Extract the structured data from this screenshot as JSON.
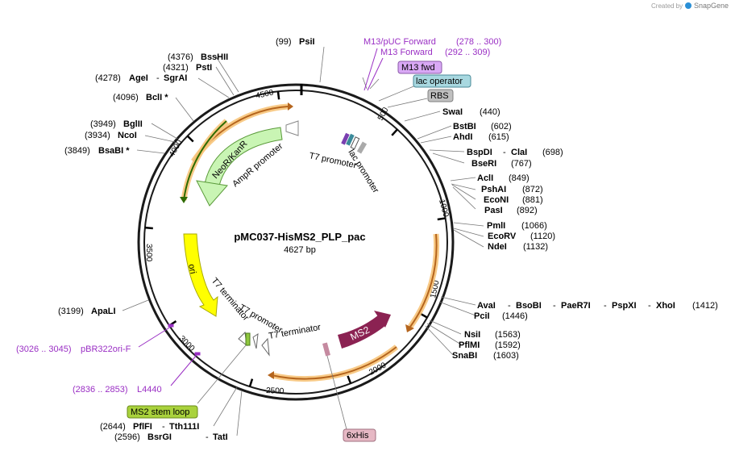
{
  "credit": {
    "created_by": "Created by",
    "brand": "SnapGene"
  },
  "plasmid": {
    "name": "pMC037-HisMS2_PLP_pac",
    "length": "4627 bp"
  },
  "colors": {
    "backbone": "#1a1a1a",
    "primer": "#9a2fc4",
    "orange_glow": "#f7c47a",
    "neo": "#c9f5b4",
    "ms2": "#8b2252",
    "ori": "#ffff00",
    "lac_op": "#a8d8e0",
    "m13": "#d9a8f5",
    "rbs": "#c0c0c0",
    "his": "#e6b8c4",
    "stemloop": "#a9d23c"
  },
  "ticks": [
    "500",
    "1000",
    "1500",
    "2000",
    "2500",
    "3000",
    "3500",
    "4000",
    "4500"
  ],
  "sites": {
    "psiI": {
      "num": "(99)",
      "name": "PsiI"
    },
    "bsshII": {
      "num": "(4376)",
      "name": "BssHII"
    },
    "pstI": {
      "num": "(4321)",
      "name": "PstI"
    },
    "ageI": {
      "num": "(4278)",
      "name": "AgeI",
      "extra": "SgrAI"
    },
    "bclI": {
      "num": "(4096)",
      "name": "BclI *"
    },
    "bglII": {
      "num": "(3949)",
      "name": "BglII"
    },
    "ncoI": {
      "num": "(3934)",
      "name": "NcoI"
    },
    "bsabI": {
      "num": "(3849)",
      "name": "BsaBI *"
    },
    "apaLI": {
      "num": "(3199)",
      "name": "ApaLI"
    },
    "pflFI": {
      "num": "(2644)",
      "name": "PflFI",
      "extra": "Tth111I"
    },
    "bsrGI": {
      "num": "(2596)",
      "name": "BsrGI",
      "extra": "TatI"
    },
    "swaI": {
      "name": "SwaI",
      "num": "(440)"
    },
    "bstBI": {
      "name": "BstBI",
      "num": "(602)"
    },
    "ahdI": {
      "name": "AhdI",
      "num": "(615)"
    },
    "bspDI": {
      "name": "BspDI",
      "extra": "ClaI",
      "num": "(698)"
    },
    "bseRI": {
      "name": "BseRI",
      "num": "(767)"
    },
    "aclI": {
      "name": "AclI",
      "num": "(849)"
    },
    "pshAI": {
      "name": "PshAI",
      "num": "(872)"
    },
    "ecoNI": {
      "name": "EcoNI",
      "num": "(881)"
    },
    "pasI": {
      "name": "PasI",
      "num": "(892)"
    },
    "pmlI": {
      "name": "PmlI",
      "num": "(1066)"
    },
    "ecoRV": {
      "name": "EcoRV",
      "num": "(1120)"
    },
    "ndeI": {
      "name": "NdeI",
      "num": "(1132)"
    },
    "avaI": {
      "name": "AvaI",
      "extra1": "BsoBI",
      "extra2": "PaeR7I",
      "extra3": "PspXI",
      "extra4": "XhoI",
      "num": "(1412)"
    },
    "pciI": {
      "name": "PciI",
      "num": "(1446)"
    },
    "nsiI": {
      "name": "NsiI",
      "num": "(1563)"
    },
    "pflMI": {
      "name": "PflMI",
      "num": "(1592)"
    },
    "snaBI": {
      "name": "SnaBI",
      "num": "(1603)"
    }
  },
  "primers": {
    "m13puc": {
      "name": "M13/pUC Forward",
      "range": "(278 .. 300)"
    },
    "m13fwd_primer": {
      "name": "M13 Forward",
      "range": "(292 .. 309)"
    },
    "pbr322": {
      "range": "(3026 .. 3045)",
      "name": "pBR322ori-F"
    },
    "l4440": {
      "range": "(2836 .. 2853)",
      "name": "L4440"
    }
  },
  "boxes": {
    "m13fwd": "M13 fwd",
    "lac_operator": "lac operator",
    "rbs": "RBS",
    "stem_loop": "MS2 stem loop",
    "his": "6xHis"
  },
  "features": {
    "neo": "NeoR/KanR",
    "ampr": "AmpR promoter",
    "t7a": "T7 promoter",
    "lacp": "lac promoter",
    "ori": "ori",
    "t7term1": "T7 terminator",
    "t7p2": "T7 promoter",
    "t7term2": "T7 terminator",
    "ms2": "MS2"
  }
}
